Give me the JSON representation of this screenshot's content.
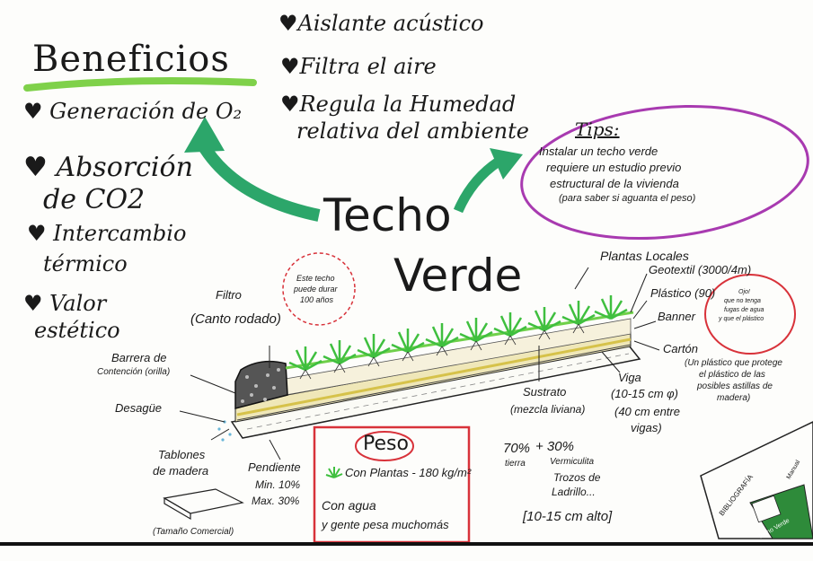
{
  "title": {
    "line1": "Techo",
    "line2": "Verde"
  },
  "beneficios": {
    "heading": "Beneficios",
    "items": [
      {
        "line1": "Generación de O₂"
      },
      {
        "line1": "Absorción",
        "line2": "de CO2"
      },
      {
        "line1": "Intercambio",
        "line2": "térmico"
      },
      {
        "line1": "Valor",
        "line2": "estético"
      }
    ],
    "right_items": [
      {
        "line1": "Aislante acústico"
      },
      {
        "line1": "Filtra el aire"
      },
      {
        "line1": "Regula la Humedad",
        "line2": "relativa del ambiente"
      }
    ]
  },
  "tips": {
    "heading": "Tips:",
    "lines": [
      "Instalar un techo verde",
      "requiere un estudio previo",
      "estructural de la vivienda",
      "(para saber si aguanta el peso)"
    ]
  },
  "bubble": {
    "lines": [
      "Este techo",
      "puede durar",
      "100 años"
    ]
  },
  "layers": {
    "plantas": "Plantas Locales",
    "geotextil": "Geotextil (3000/4m)",
    "plastico": "Plástico (90)",
    "banner": "Banner",
    "carton": "Cartón",
    "carton_note": [
      "(Un plástico que protege",
      "el plástico de las",
      "posibles astillas de",
      "madera)"
    ],
    "note_circle": [
      "Ojo!",
      "que no tenga",
      "fugas de agua",
      "y que el plástico"
    ],
    "viga": [
      "Viga",
      "(10-15 cm φ)",
      "(40 cm entre",
      "vigas)"
    ],
    "sustrato": [
      "Sustrato",
      "(mezcla liviana)"
    ],
    "mezcla": [
      "70%",
      "tierra",
      "+ 30%",
      "Vermiculita",
      "Trozos de",
      "Ladrillo..."
    ],
    "espesor": "[10-15 cm alto]",
    "filtro": "Filtro",
    "canto": "(Canto rodado)",
    "barrera": [
      "Barrera de",
      "Contención (orilla)"
    ],
    "desague": "Desagüe",
    "tablones": [
      "Tablones",
      "de madera"
    ],
    "tamano": "(Tamaño Comercial)",
    "pendiente": [
      "Pendiente",
      "Min. 10%",
      "Max. 30%"
    ]
  },
  "peso": {
    "heading": "Peso",
    "line1": "Con Plantas - 180 kg/m²",
    "line2": "Con agua",
    "line3": "y gente pesa muchomás"
  },
  "corner": {
    "label1": "BIBLIOGRAFÍA",
    "label2": "Manual",
    "label3": "Techo Verde"
  },
  "colors": {
    "green_accent": "#3fbf3f",
    "teal_arrow": "#2ca66a",
    "purple": "#a83ab0",
    "red": "#d8323a",
    "soil_yellow": "#d6c24a"
  }
}
